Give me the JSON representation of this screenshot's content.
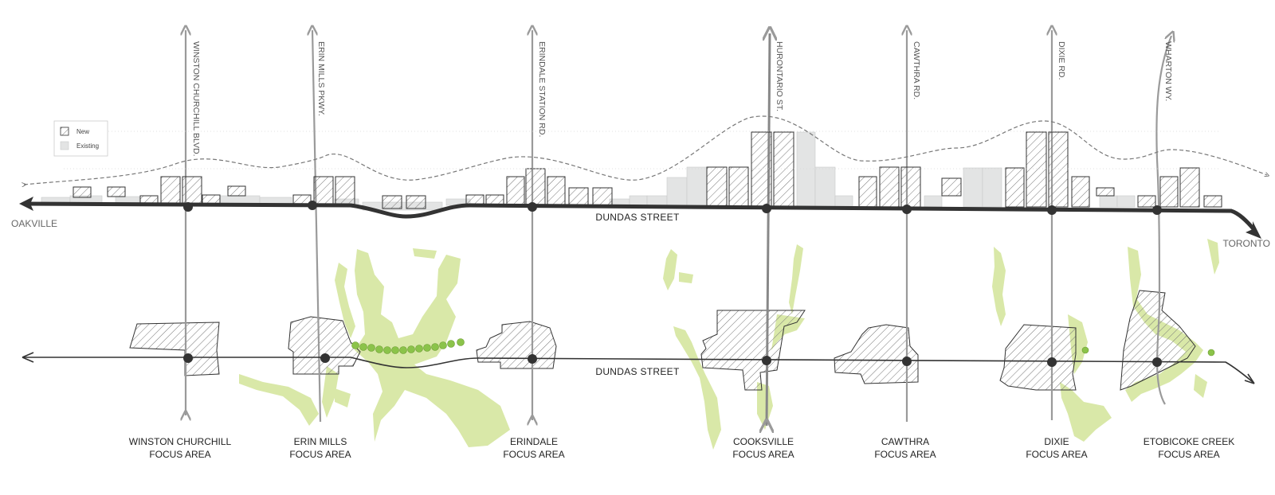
{
  "legend": {
    "new_label": "New",
    "existing_label": "Existing"
  },
  "corridor": {
    "street_label_top": "DUNDAS STREET",
    "street_label_bottom": "DUNDAS STREET",
    "west_end": "OAKVILLE",
    "east_end": "TORONTO"
  },
  "cross_streets": [
    "WINSTON  CHURCHILL BLVD.",
    "ERIN MILLS  PKWY.",
    "ERINDALE STATION RD.",
    "HURONTARIO ST.",
    "CAWTHRA RD.",
    "DIXIE RD.",
    "WHARTON WY."
  ],
  "focus_areas": [
    {
      "line1": "WINSTON  CHURCHILL",
      "line2": "FOCUS AREA"
    },
    {
      "line1": "ERIN MILLS",
      "line2": "FOCUS AREA"
    },
    {
      "line1": "ERINDALE",
      "line2": "FOCUS AREA"
    },
    {
      "line1": "COOKSVILLE",
      "line2": "FOCUS AREA"
    },
    {
      "line1": "CAWTHRA",
      "line2": "FOCUS AREA"
    },
    {
      "line1": "DIXIE",
      "line2": "FOCUS AREA"
    },
    {
      "line1": "ETOBICOKE CREEK",
      "line2": "FOCUS AREA"
    }
  ],
  "colors": {
    "road": "#333333",
    "cross_street": "#999999",
    "green_space": "#d9e8a8",
    "tree": "#8bc34a",
    "existing_building": "#e3e4e4",
    "new_building_stroke": "#333333",
    "hatch": "#777777"
  },
  "icons": {
    "new_building": "hatched-box",
    "existing_building": "grey-box",
    "node": "filled-circle"
  }
}
